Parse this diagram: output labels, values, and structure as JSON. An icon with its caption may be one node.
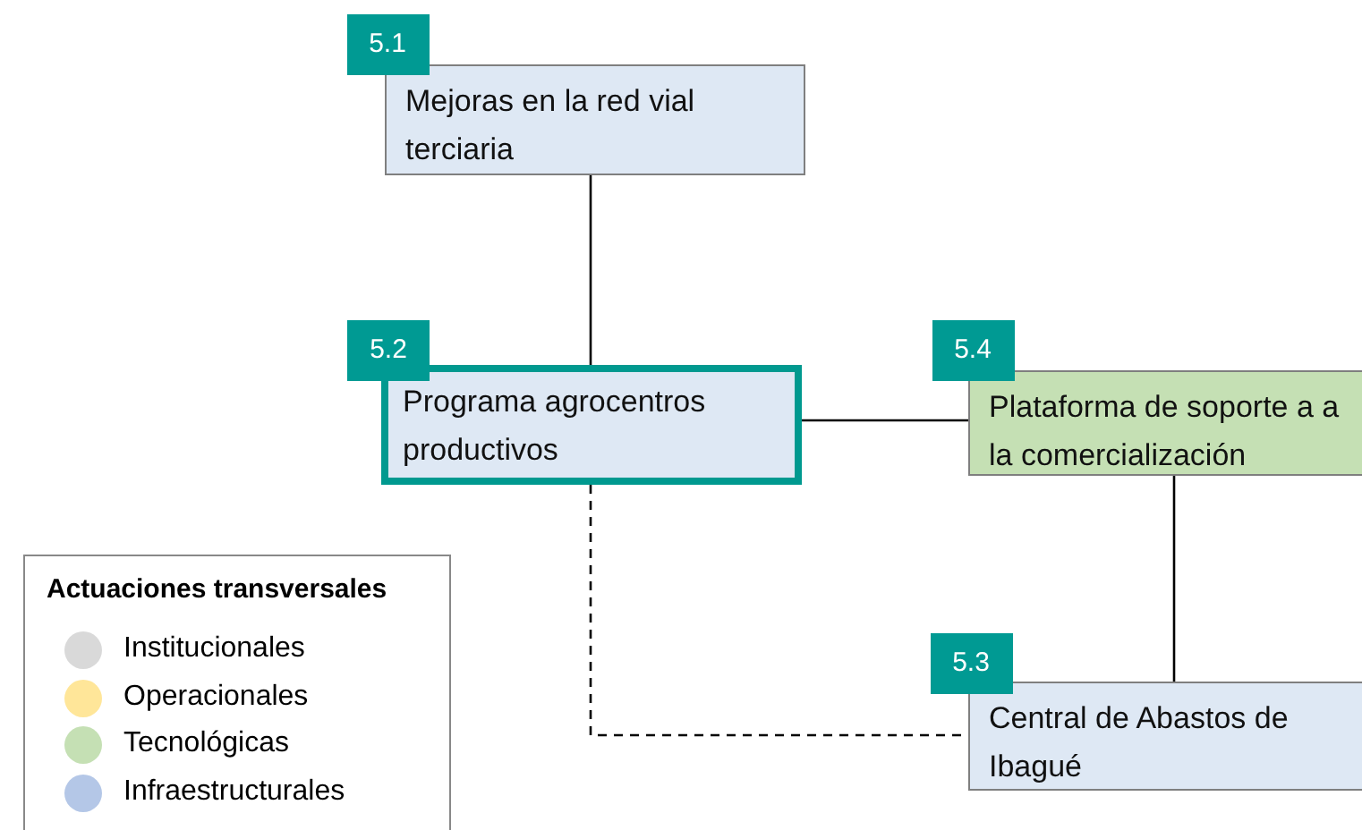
{
  "diagram": {
    "nodes": [
      {
        "text": [
          "5.1",
          "Mejoras en la red vial terciaria"
        ]
      },
      {
        "text": [
          "5.2",
          "Programa agrocentros productivos"
        ]
      },
      {
        "text": [
          "5.4",
          "Plataforma de soporte a a la comercialización"
        ]
      },
      {
        "text": [
          "5.3",
          "Central de Abastos de Ibagué"
        ]
      }
    ],
    "edges": [
      {
        "from": 0,
        "to": 1,
        "arrow": "none"
      },
      {
        "from": 1,
        "to": 2,
        "arrow": "none"
      },
      {
        "from": 2,
        "to": 3,
        "arrow": "none"
      },
      {
        "from": 1,
        "to": 3,
        "arrow": "none",
        "style": "dashed"
      }
    ],
    "labels": [
      "Actuaciones transversales"
    ],
    "legend": [
      {
        "text": "Institucionales",
        "color": "#d9d9d9"
      },
      {
        "text": "Operacionales",
        "color": "#ffe699"
      },
      {
        "text": "Tecnológicas",
        "color": "#c5e0b4"
      },
      {
        "text": "Infraestructurales",
        "color": "#b4c7e7"
      }
    ]
  }
}
